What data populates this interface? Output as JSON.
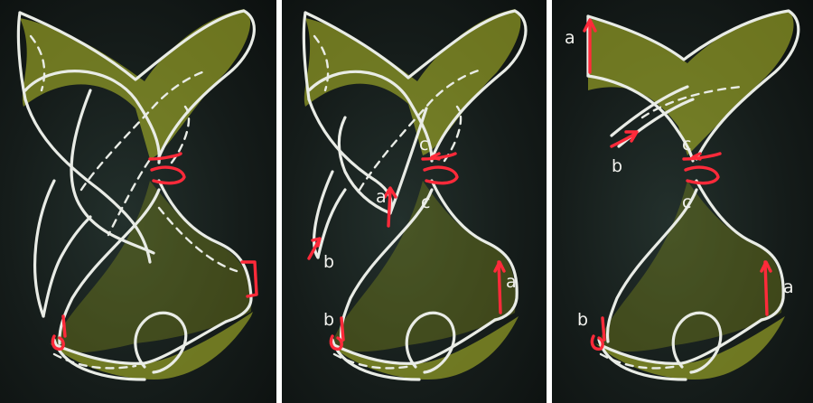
{
  "panels": [
    {
      "labels": []
    },
    {
      "labels": {
        "c_top": "c",
        "c_bottom": "c",
        "a_inner": "a",
        "b_left": "b",
        "b_bottom": "b",
        "a_right": "a"
      }
    },
    {
      "labels": {
        "a_top": "a",
        "b_left": "b",
        "c_top": "c",
        "c_bottom": "c",
        "b_bottom": "b",
        "a_right": "a"
      }
    }
  ],
  "colors": {
    "board": "#151c1a",
    "chalk": "#e9ece6",
    "accent": "#ff2a3a",
    "surface": "#b9c52a"
  }
}
